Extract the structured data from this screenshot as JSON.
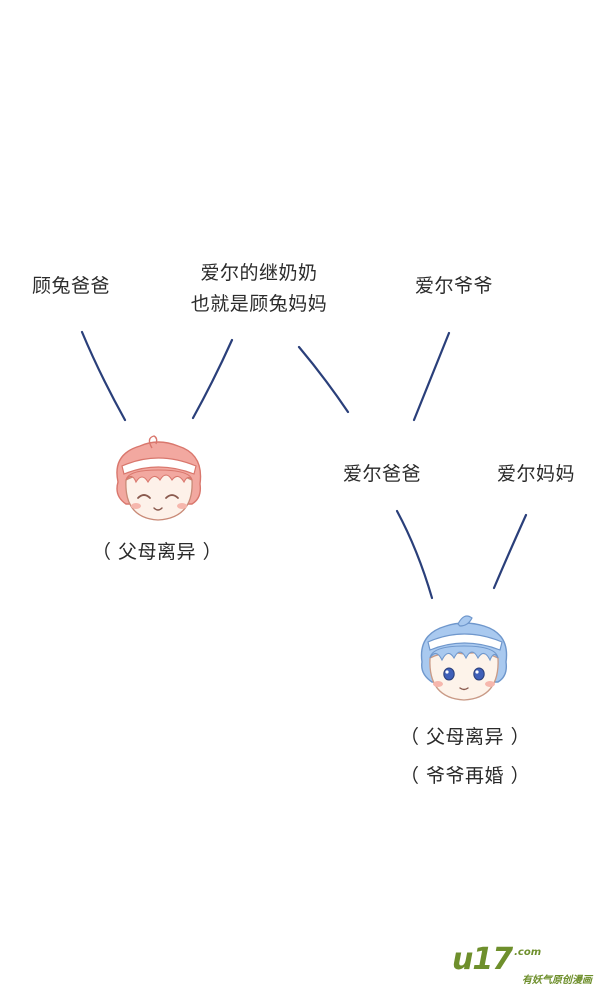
{
  "labels": {
    "gutu_dad": "顾兔爸爸",
    "step_grandma_line1": "爱尔的继奶奶",
    "step_grandma_line2": "也就是顾兔妈妈",
    "ai_grandpa": "爱尔爷爷",
    "ai_dad": "爱尔爸爸",
    "ai_mom": "爱尔妈妈",
    "gutu_note": "（ 父母离异 ）",
    "ai_note1": "（ 父母离异 ）",
    "ai_note2": "（ 爷爷再婚 ）"
  },
  "colors": {
    "line": "#2a3f7a",
    "gutu_hair": "#f2a8a0",
    "ai_hair": "#a9c9ef",
    "watermark": "#6e8f2c"
  },
  "watermark": {
    "logo": "u17",
    "domain": ".com",
    "slogan": "有妖气原创漫画"
  }
}
